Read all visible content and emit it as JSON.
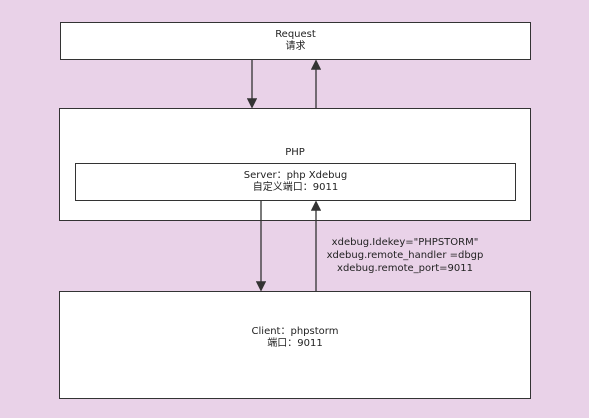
{
  "request": {
    "title": "Request",
    "subtitle": "请求"
  },
  "php": {
    "title": "PHP"
  },
  "server": {
    "line1": "Server：php Xdebug",
    "line2": "自定义端口：9011"
  },
  "config": {
    "line1": "xdebug.Idekey=\"PHPSTORM\"",
    "line2": "xdebug.remote_handler =dbgp",
    "line3": "xdebug.remote_port=9011"
  },
  "client": {
    "line1": "Client：phpstorm",
    "line2": "端口：9011"
  }
}
